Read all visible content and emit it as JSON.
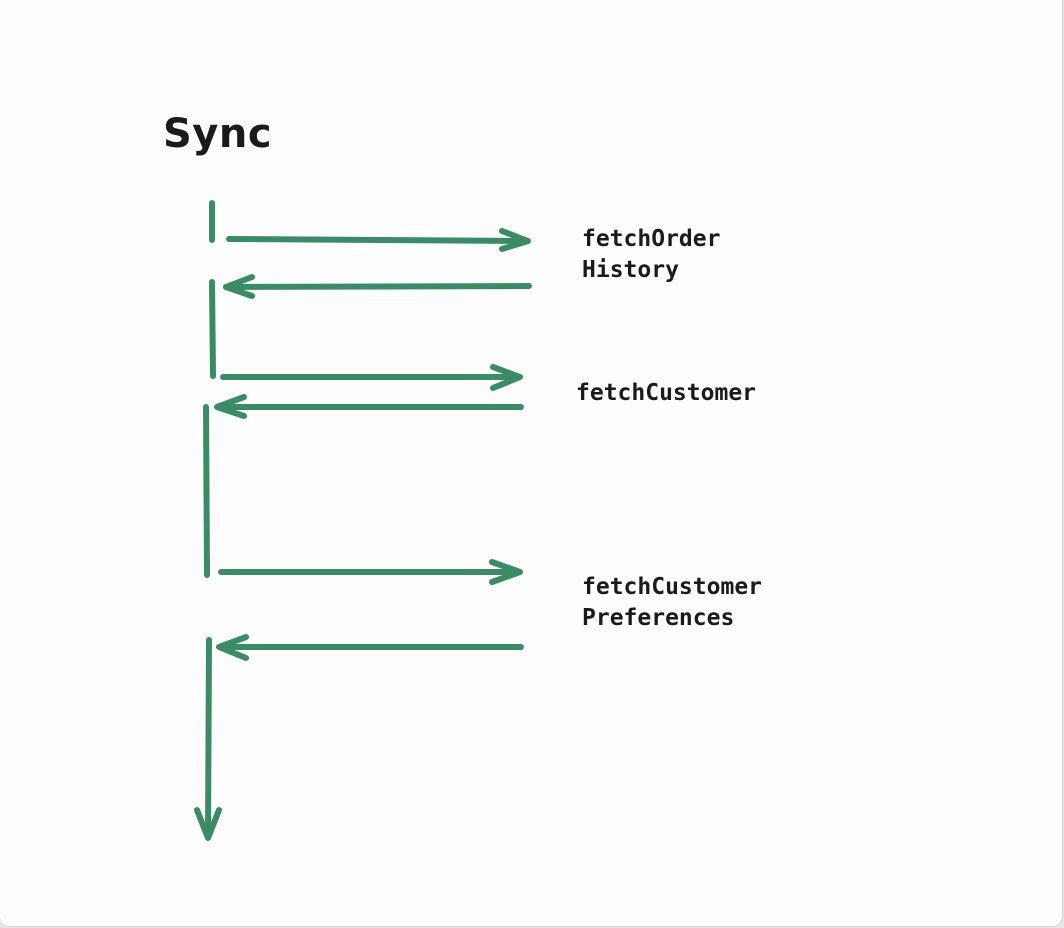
{
  "diagram": {
    "title": "Sync",
    "accent_color": "#3b8c66",
    "calls": [
      {
        "lines": [
          "fetchOrder",
          "History"
        ]
      },
      {
        "lines": [
          "fetchCustomer"
        ]
      },
      {
        "lines": [
          "fetchCustomer",
          "Preferences"
        ]
      }
    ]
  }
}
